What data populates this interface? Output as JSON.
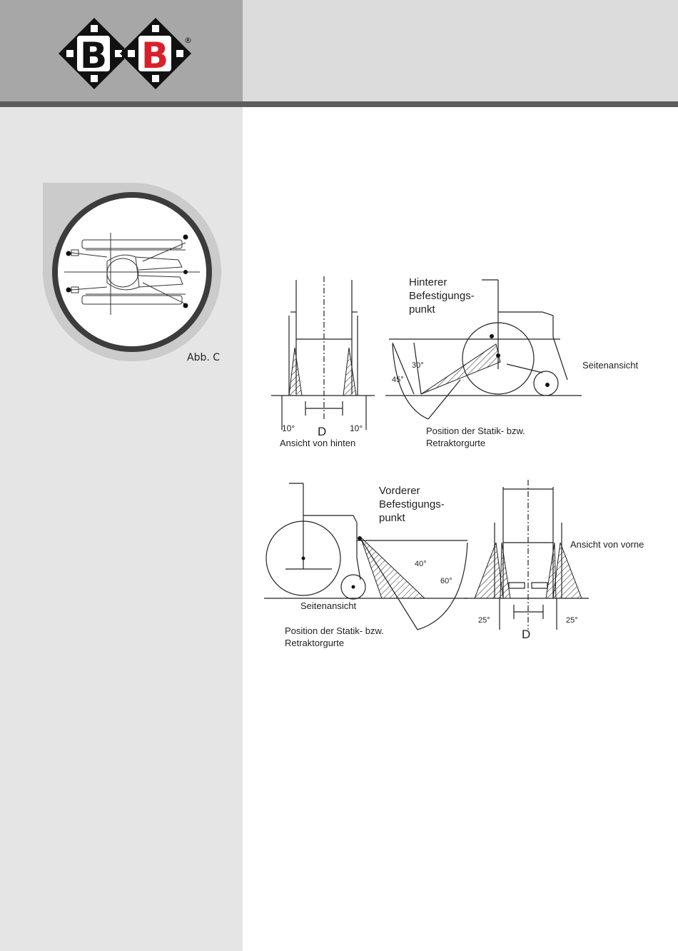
{
  "logo": {
    "left_letter": "B",
    "plus": "+",
    "right_letter": "B",
    "registered": "®"
  },
  "figure": {
    "caption": "Abb. C"
  },
  "diagram": {
    "rear_view": {
      "title": "Ansicht von hinten",
      "distance": "D",
      "angle_left": "10°",
      "angle_right": "10°"
    },
    "rear_side": {
      "anchor_l1": "Hinterer",
      "anchor_l2": "Befestigungs-",
      "anchor_l3": "punkt",
      "title": "Seitenansicht",
      "angle_a": "30°",
      "angle_b": "45°",
      "strap_l1": "Position der Statik- bzw.",
      "strap_l2": "Retraktorgurte"
    },
    "front_side": {
      "anchor_l1": "Vorderer",
      "anchor_l2": "Befestigungs-",
      "anchor_l3": "punkt",
      "title": "Seitenansicht",
      "angle_a": "40°",
      "angle_b": "60°",
      "strap_l1": "Position der Statik- bzw.",
      "strap_l2": "Retraktorgurte"
    },
    "front_view": {
      "title": "Ansicht von vorne",
      "distance": "D",
      "angle_left": "25°",
      "angle_right": "25°"
    }
  },
  "colors": {
    "header_dark": "#a7a7a7",
    "header_light": "#dcdcdc",
    "bar": "#5c5c5c",
    "sidebar": "#e5e5e5",
    "logo_red": "#d9202a"
  }
}
